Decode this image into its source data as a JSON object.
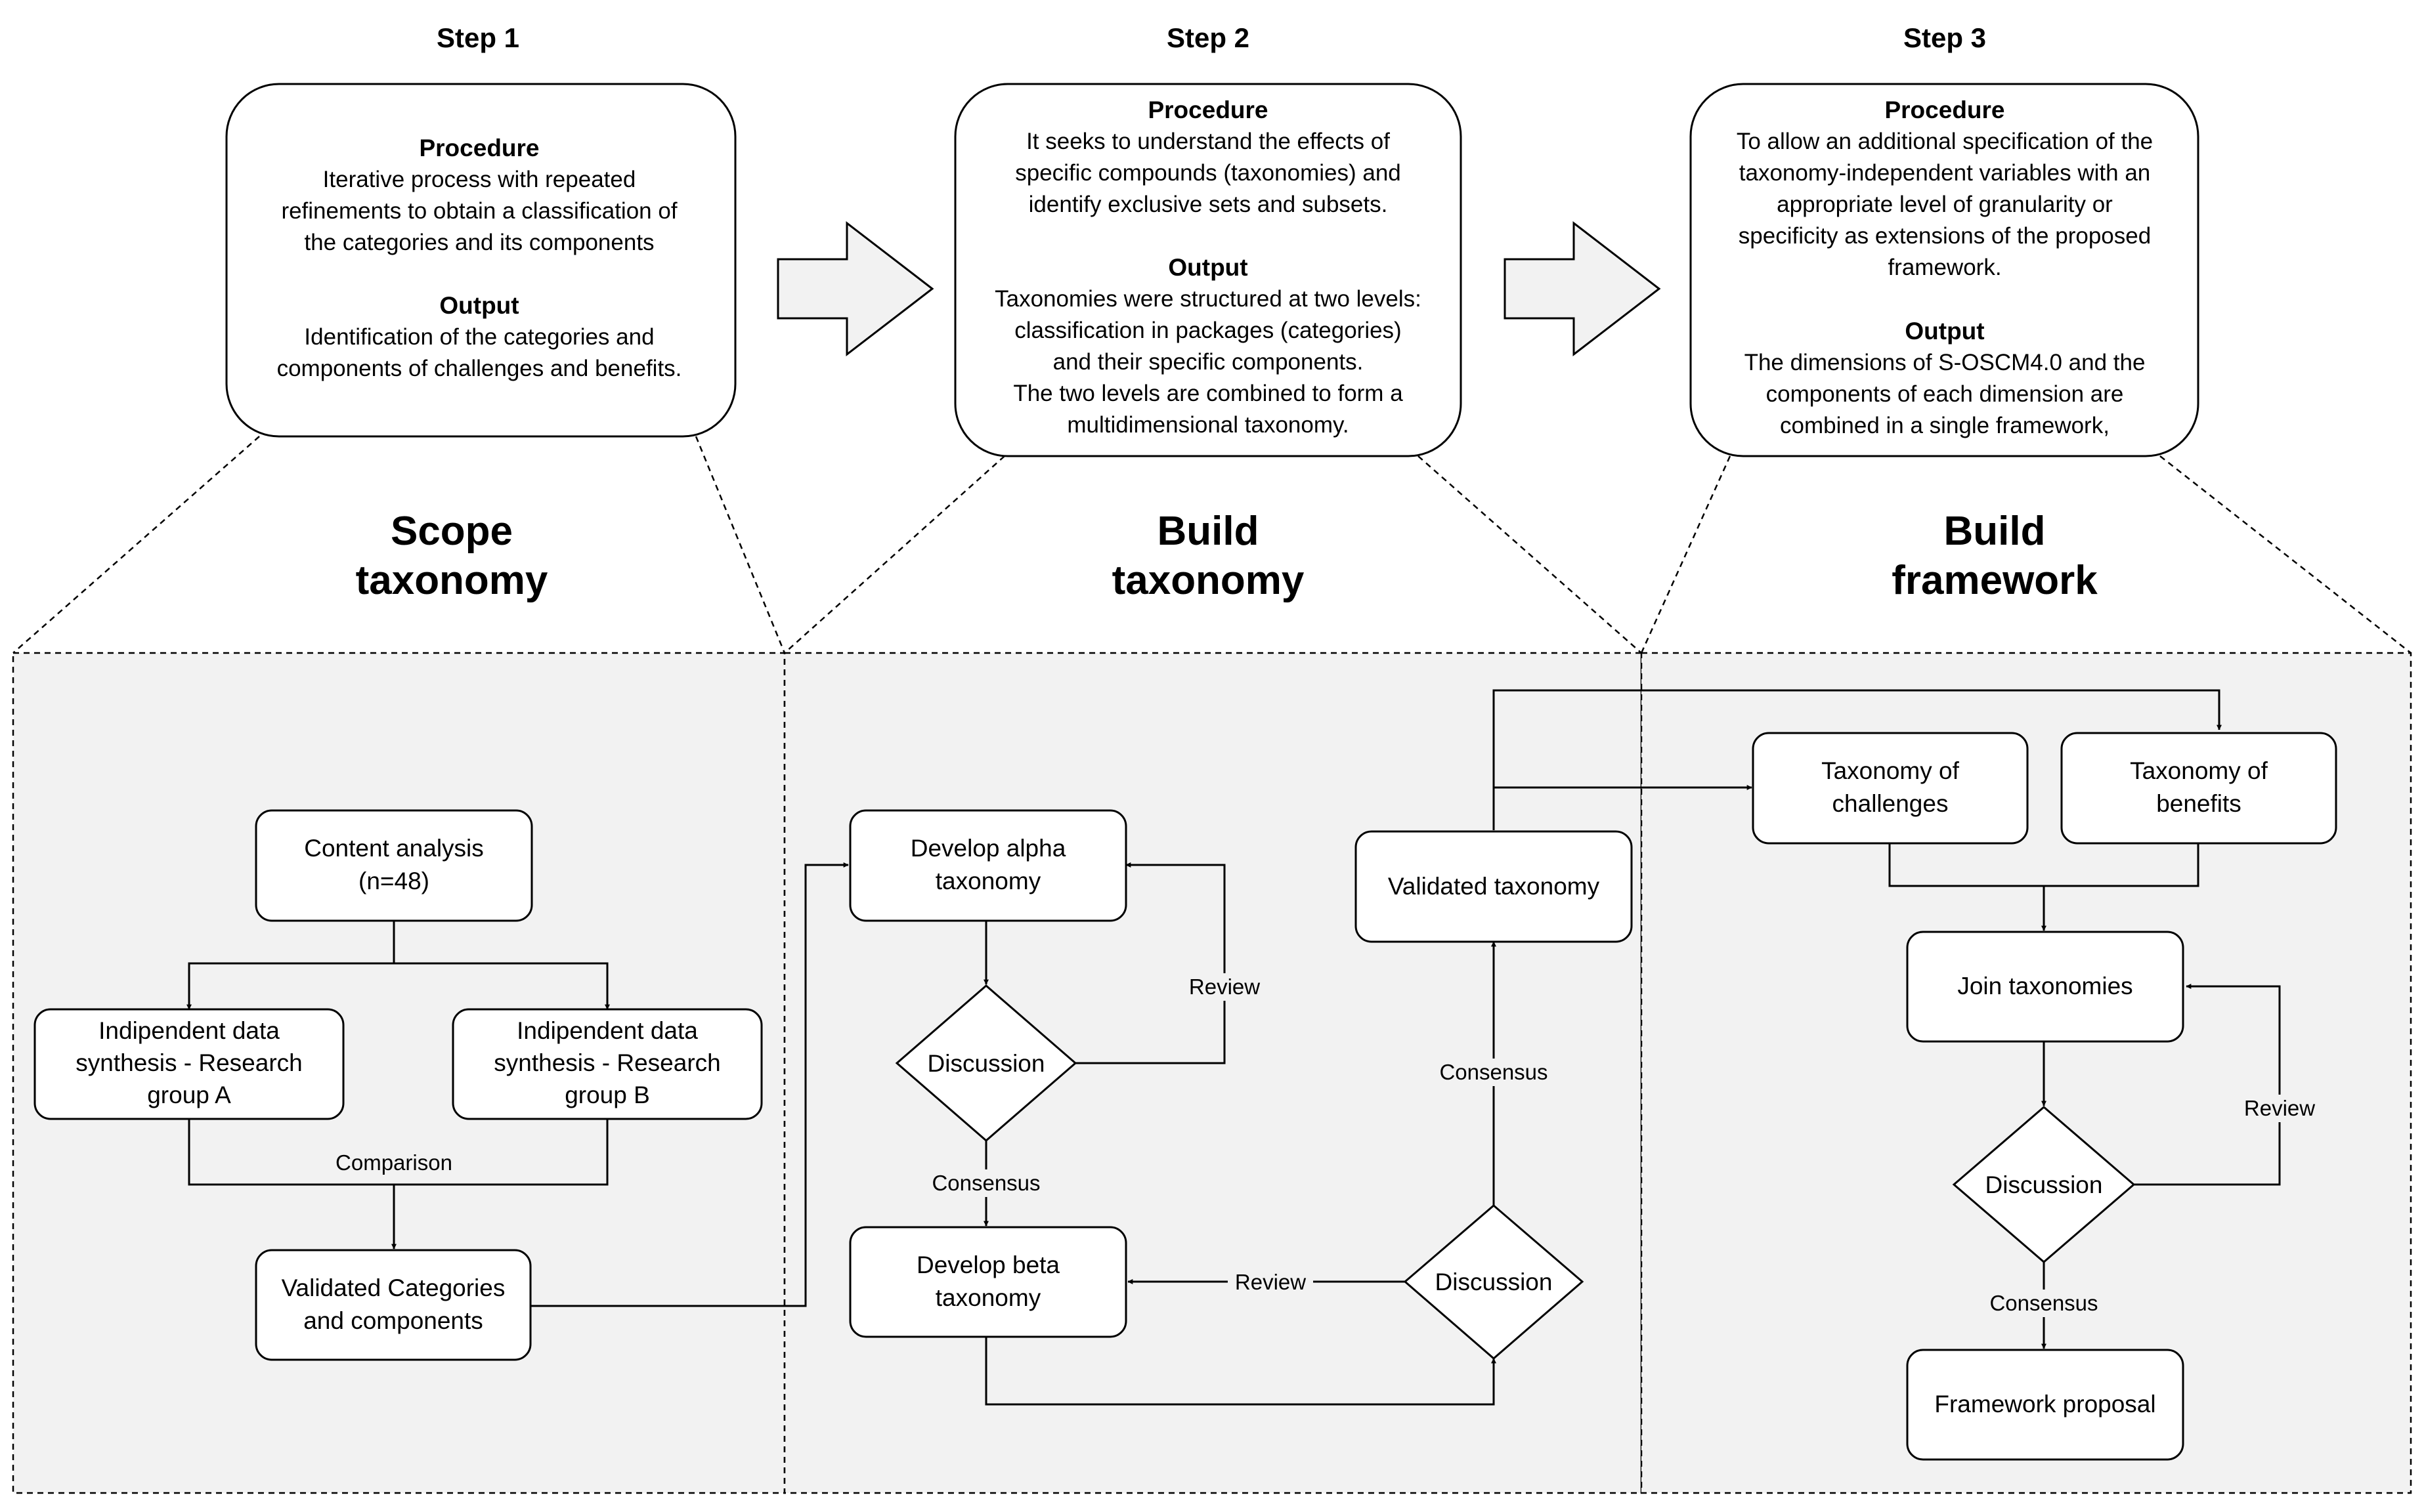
{
  "steps": [
    {
      "label": "Step 1",
      "procedure_heading": "Procedure",
      "procedure_lines": [
        "Iterative process with repeated",
        "refinements  to obtain a classification of",
        "the categories and its components"
      ],
      "output_heading": "Output",
      "output_lines": [
        "Identification of the categories and",
        "components of challenges and benefits."
      ],
      "phase_title": [
        "Scope",
        "taxonomy"
      ]
    },
    {
      "label": "Step 2",
      "procedure_heading": "Procedure",
      "procedure_lines": [
        "It seeks to understand the effects of",
        "specific compounds (taxonomies) and",
        "identify exclusive sets and subsets."
      ],
      "output_heading": "Output",
      "output_lines": [
        "Taxonomies were structured at two levels:",
        "classification in packages (categories)",
        "and their specific components.",
        "The two levels are combined to form a",
        "multidimensional taxonomy."
      ],
      "phase_title": [
        "Build",
        "taxonomy"
      ]
    },
    {
      "label": "Step 3",
      "procedure_heading": "Procedure",
      "procedure_lines": [
        "To allow an additional specification of the",
        "taxonomy-independent variables with an",
        "appropriate level of granularity or",
        "specificity as extensions of the proposed",
        "framework."
      ],
      "output_heading": "Output",
      "output_lines": [
        "The dimensions of S-OSCM4.0 and the",
        "components of each dimension are",
        "combined in a single framework,"
      ],
      "phase_title": [
        "Build",
        "framework"
      ]
    }
  ],
  "nodes": {
    "content_analysis": [
      "Content analysis",
      "(n=48)"
    ],
    "synthesis_a": [
      "Indipendent data",
      "synthesis - Research",
      "group A"
    ],
    "synthesis_b": [
      "Indipendent data",
      "synthesis - Research",
      "group B"
    ],
    "validated_categories": [
      "Validated Categories",
      "and components"
    ],
    "alpha": [
      "Develop alpha",
      "taxonomy"
    ],
    "discussion_1": [
      "Discussion"
    ],
    "beta": [
      "Develop beta",
      "taxonomy"
    ],
    "discussion_2": [
      "Discussion"
    ],
    "validated_taxonomy": [
      "Validated taxonomy"
    ],
    "tax_challenges": [
      "Taxonomy of",
      "challenges"
    ],
    "tax_benefits": [
      "Taxonomy of",
      "benefits"
    ],
    "join": [
      "Join taxonomies"
    ],
    "discussion_3": [
      "Discussion"
    ],
    "framework_proposal": [
      "Framework proposal"
    ]
  },
  "edge_labels": {
    "comparison": "Comparison",
    "review_1": "Review",
    "consensus_1": "Consensus",
    "review_2": "Review",
    "consensus_2": "Consensus",
    "review_3": "Review",
    "consensus_3": "Consensus"
  }
}
